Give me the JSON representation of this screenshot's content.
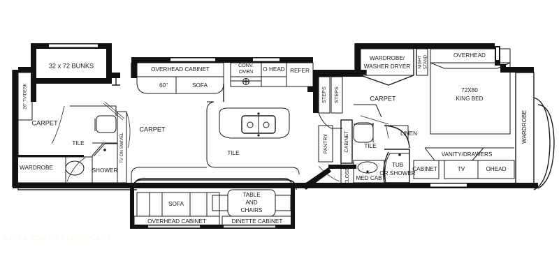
{
  "document": {
    "kind": "rv-fifth-wheel-floorplan",
    "watermark": "RVUSA.COM RV FLOORPLANS"
  },
  "rooms": {
    "bunk_room": {
      "label": "32 x 72 BUNKS"
    },
    "tv_desk": {
      "label": "26\" TV/DESK"
    },
    "front_carpet": {
      "label": "CARPET"
    },
    "front_tile": {
      "label": "TILE"
    },
    "front_wardrobe": {
      "label": "WARDROBE"
    },
    "front_shower": {
      "label": "SHOWER"
    },
    "tv_swivel": {
      "label": "TV ON SWIVEL"
    },
    "living_carpet": {
      "label": "CARPET"
    },
    "kitchen_tile": {
      "label": "TILE"
    }
  },
  "galley": {
    "overhead_cabinet": "OVERHEAD CABINET",
    "sofa_60": "60\"",
    "sofa": "SOFA",
    "conv_oven_line1": "CONV.",
    "conv_oven_line2": "OVEN",
    "ohead": "O HEAD",
    "refer": "REFER"
  },
  "dinette": {
    "sofa": "SOFA",
    "table_line1": "TABLE",
    "table_line2": "AND",
    "table_line3": "CHAIRS",
    "overhead_cabinet": "OVERHEAD CABINET",
    "dinette_cabinet": "DINETTE CABINET"
  },
  "hall": {
    "steps_a": "STEPS",
    "steps_b": "STEPS",
    "pantry": "PANTRY",
    "cabinet": "CABINET",
    "closet": "CLOSET",
    "med_cab": "MED CAB",
    "bath_tile": "TILE",
    "linen": "LINEN",
    "tub_line1": "TUB",
    "tub_line2": "OR SHOWER",
    "vanity_cabinet": "CABINET"
  },
  "bedroom": {
    "wardrobe_washer_line1": "WARDROBE/",
    "wardrobe_washer_line2": "WASHER DRYER",
    "night_stand_line1": "NIGHT",
    "night_stand_line2": "STAND",
    "carpet": "CARPET",
    "overhead": "OVERHEAD",
    "bed_size": "72X80",
    "bed_name": "KING BED",
    "wardrobe": "WARDROBE",
    "vanity_drawers": "VANITY/DRAWERS",
    "tv": "TV",
    "ohead": "OHEAD"
  },
  "colors": {
    "wall": "#111111",
    "line": "#1a1a1a",
    "paper": "#ffffff",
    "watermark": "#fbf6e6"
  }
}
